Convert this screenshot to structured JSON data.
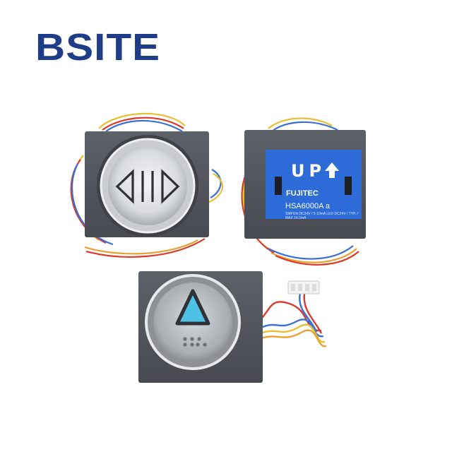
{
  "brand": {
    "name": "BSITE",
    "color": "#1f3d86"
  },
  "products": [
    {
      "id": "door-button",
      "icon": "door-open-close-icon"
    },
    {
      "id": "up-indicator",
      "label_text": "UP",
      "arrow_icon": "up-arrow-icon",
      "maker": "FUJITEC",
      "model": "HSA6000A  a",
      "fine_print": "SMFGN  DC24V / 5-10mA\nLED  DC24V / TYP. / MAX 14.2mA",
      "panel_color": "#2c6bd8"
    },
    {
      "id": "up-call-button",
      "icon": "up-triangle-icon",
      "light_color": "#4fc0e6"
    }
  ]
}
